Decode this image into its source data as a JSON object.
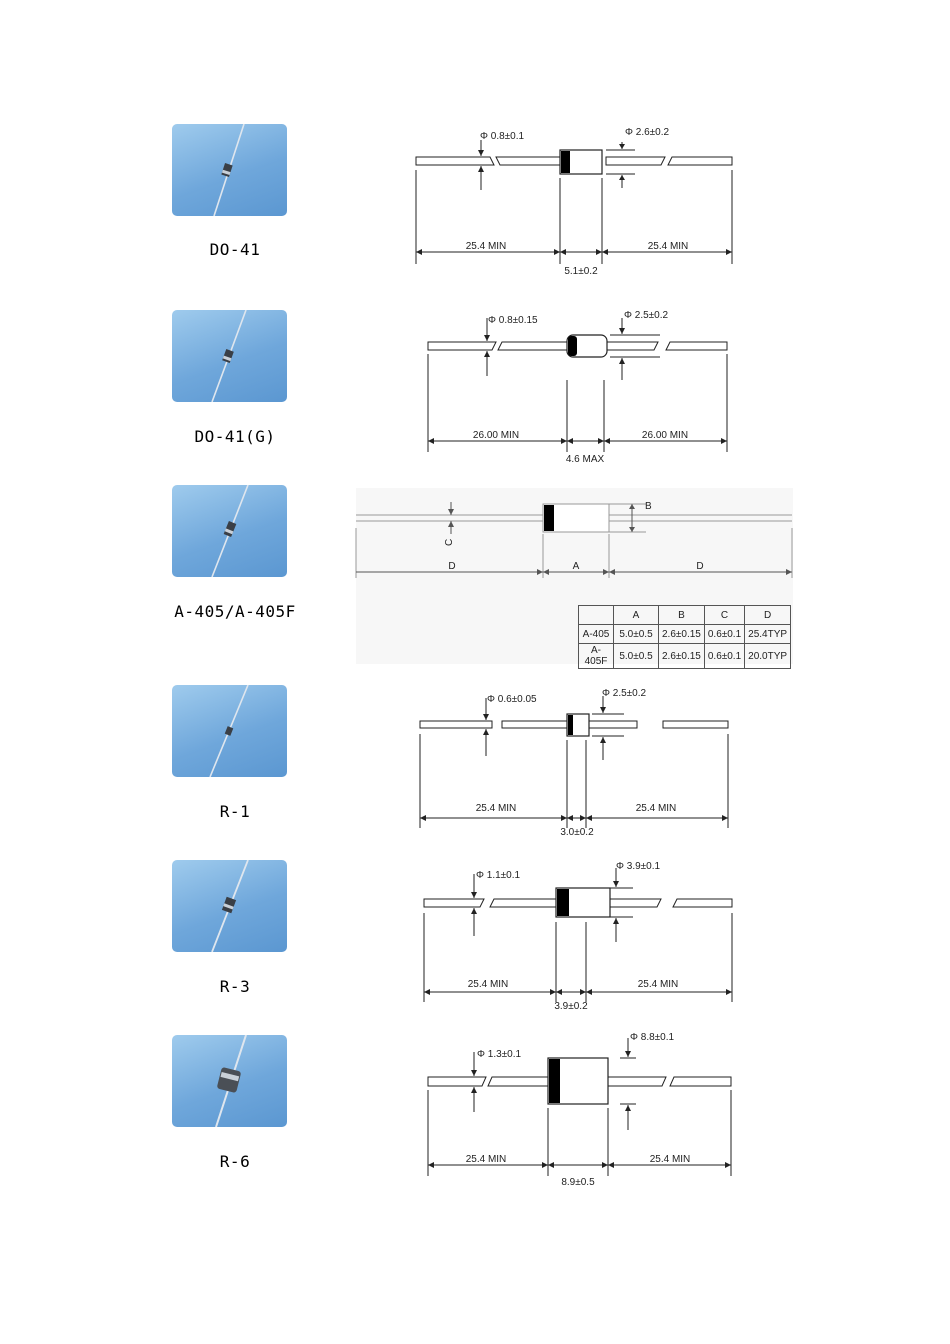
{
  "packages": [
    {
      "id": "do41",
      "label": "DO-41",
      "lead_dia": "Φ 0.8±0.1",
      "body_dia": "Φ 2.6±0.2",
      "lead_len_left": "25.4 MIN",
      "lead_len_right": "25.4 MIN",
      "body_len": "5.1±0.2"
    },
    {
      "id": "do41g",
      "label": "DO-41(G)",
      "lead_dia": "Φ 0.8±0.15",
      "body_dia": "Φ 2.5±0.2",
      "lead_len_left": "26.00 MIN",
      "lead_len_right": "26.00 MIN",
      "body_len": "4.6 MAX"
    },
    {
      "id": "a405",
      "label": "A-405/A-405F",
      "dim_labels": {
        "b": "B",
        "c": "C",
        "d_left": "D",
        "a": "A",
        "d_right": "D"
      },
      "table": {
        "headers": [
          "",
          "A",
          "B",
          "C",
          "D"
        ],
        "rows": [
          [
            "A-405",
            "5.0±0.5",
            "2.6±0.15",
            "0.6±0.1",
            "25.4TYP"
          ],
          [
            "A-405F",
            "5.0±0.5",
            "2.6±0.15",
            "0.6±0.1",
            "20.0TYP"
          ]
        ]
      }
    },
    {
      "id": "r1",
      "label": "R-1",
      "lead_dia": "Φ 0.6±0.05",
      "body_dia": "Φ 2.5±0.2",
      "lead_len_left": "25.4 MIN",
      "lead_len_right": "25.4 MIN",
      "body_len": "3.0±0.2"
    },
    {
      "id": "r3",
      "label": "R-3",
      "lead_dia": "Φ 1.1±0.1",
      "body_dia": "Φ 3.9±0.1",
      "lead_len_left": "25.4 MIN",
      "lead_len_right": "25.4 MIN",
      "body_len": "3.9±0.2"
    },
    {
      "id": "r6",
      "label": "R-6",
      "lead_dia": "Φ 1.3±0.1",
      "body_dia": "Φ 8.8±0.1",
      "lead_len_left": "25.4 MIN",
      "lead_len_right": "25.4 MIN",
      "body_len": "8.9±0.5"
    }
  ],
  "colors": {
    "photo_bg": "#6fa7db",
    "line": "#222222",
    "band": "#000000"
  }
}
